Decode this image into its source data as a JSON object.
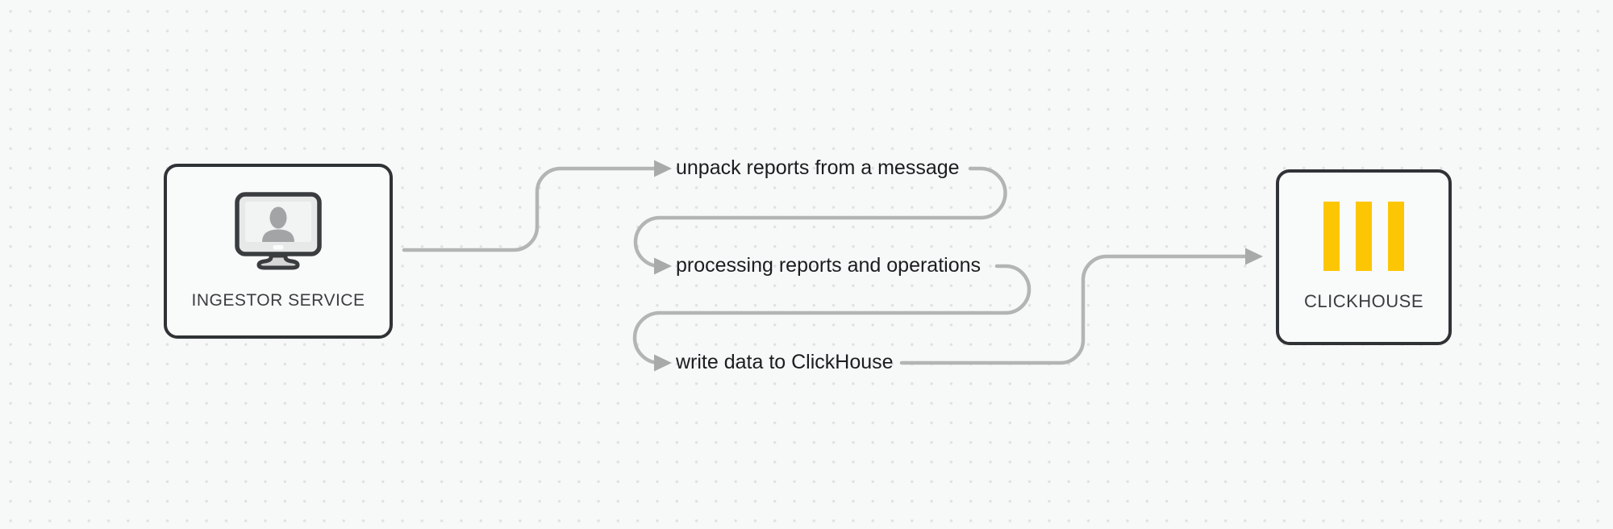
{
  "nodes": {
    "ingestor": {
      "label": "INGESTOR SERVICE"
    },
    "clickhouse": {
      "label": "CLICKHOUSE"
    }
  },
  "steps": [
    {
      "label": "unpack reports from a message"
    },
    {
      "label": "processing reports and operations"
    },
    {
      "label": "write data to ClickHouse"
    }
  ],
  "colors": {
    "bg": "#f7f8f8",
    "dot": "#e0e1e2",
    "line": "#b3b4b4",
    "arrow": "#a8aaaa",
    "border": "#303336",
    "fill": "#f9fafa",
    "text": "#1c1d1f",
    "label": "#3b3e41",
    "yellow": "#fdc605"
  }
}
